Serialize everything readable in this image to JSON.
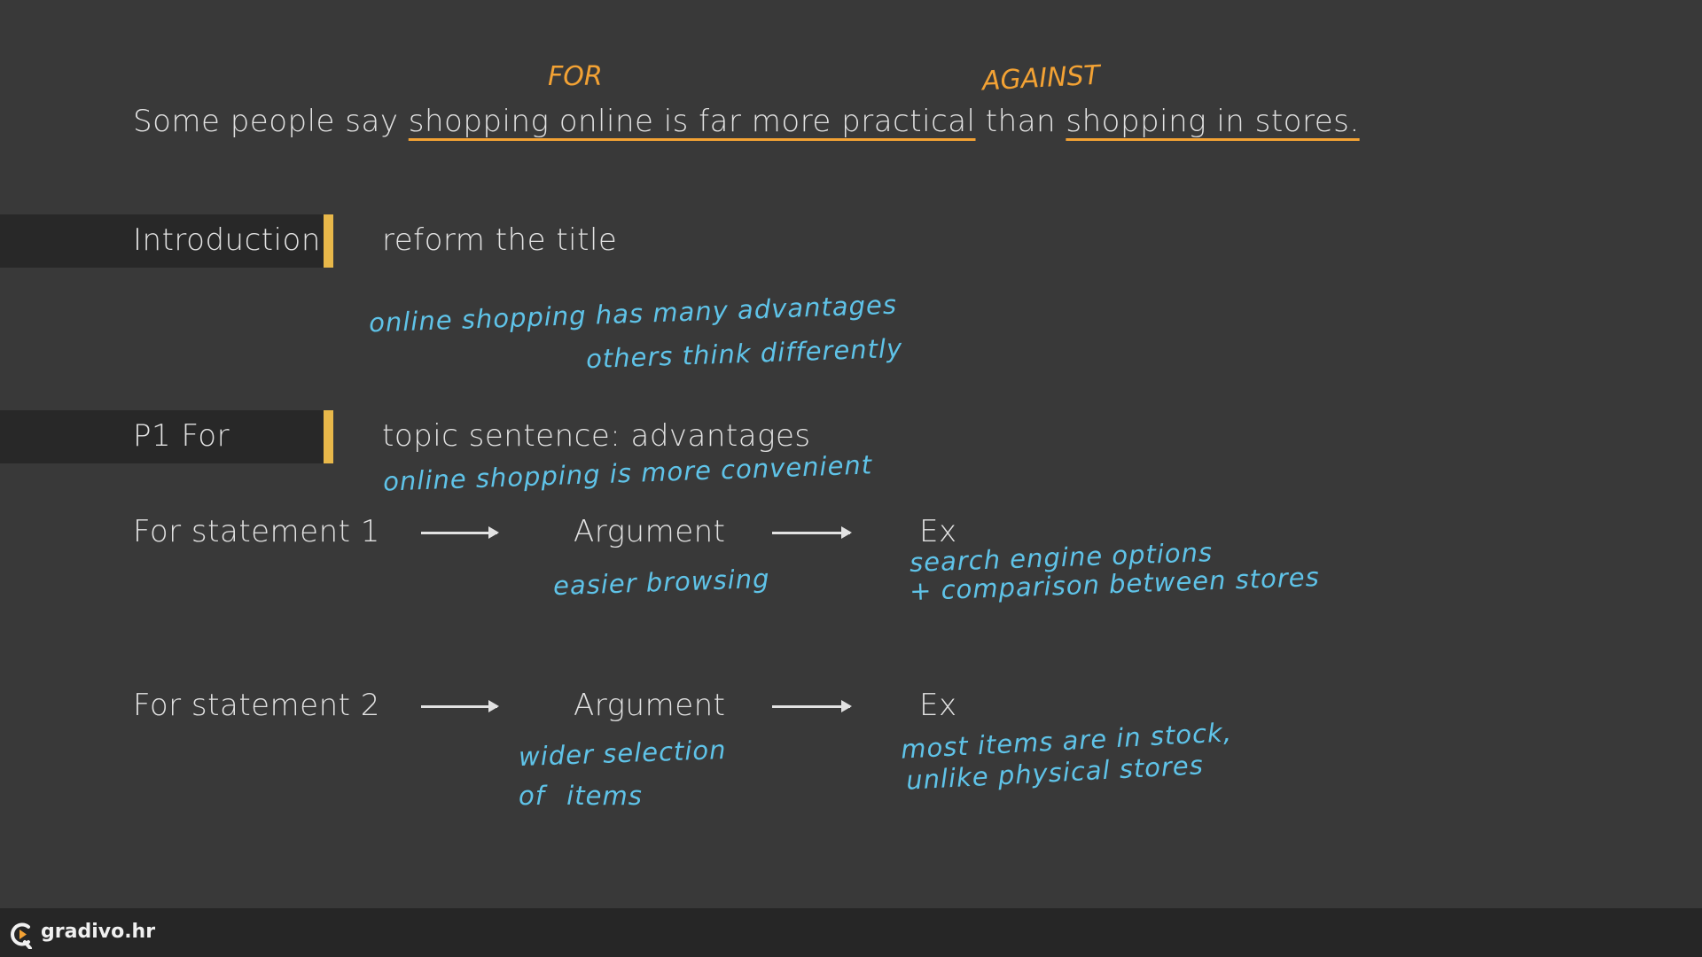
{
  "header": {
    "for_label": "FOR",
    "against_label": "AGAINST",
    "sentence": {
      "prefix": "Some people say ",
      "for_part": "shopping online is far more practical",
      "middle": " than ",
      "against_part": "shopping in stores."
    }
  },
  "introduction": {
    "label": "Introduction",
    "note": "reform the title",
    "handwritten": [
      "online shopping has many advantages",
      "others think differently"
    ]
  },
  "p1": {
    "label": "P1 For",
    "note": "topic sentence: advantages",
    "handwritten": "online shopping is more convenient"
  },
  "statements": [
    {
      "label": "For statement 1",
      "argument_label": "Argument",
      "example_label": "Ex",
      "argument": [
        "easier browsing"
      ],
      "example": [
        "search engine options",
        "+ comparison between stores"
      ]
    },
    {
      "label": "For statement 2",
      "argument_label": "Argument",
      "example_label": "Ex",
      "argument": [
        "wider selection",
        "of items"
      ],
      "example": [
        "most items are in stock,",
        "unlike physical stores"
      ]
    }
  ],
  "footer": {
    "brand": "gradivo.hr"
  },
  "colors": {
    "accent_orange": "#f3a234",
    "handwriting_blue": "#5fc3e8",
    "bar_yellow": "#e8b84a"
  }
}
